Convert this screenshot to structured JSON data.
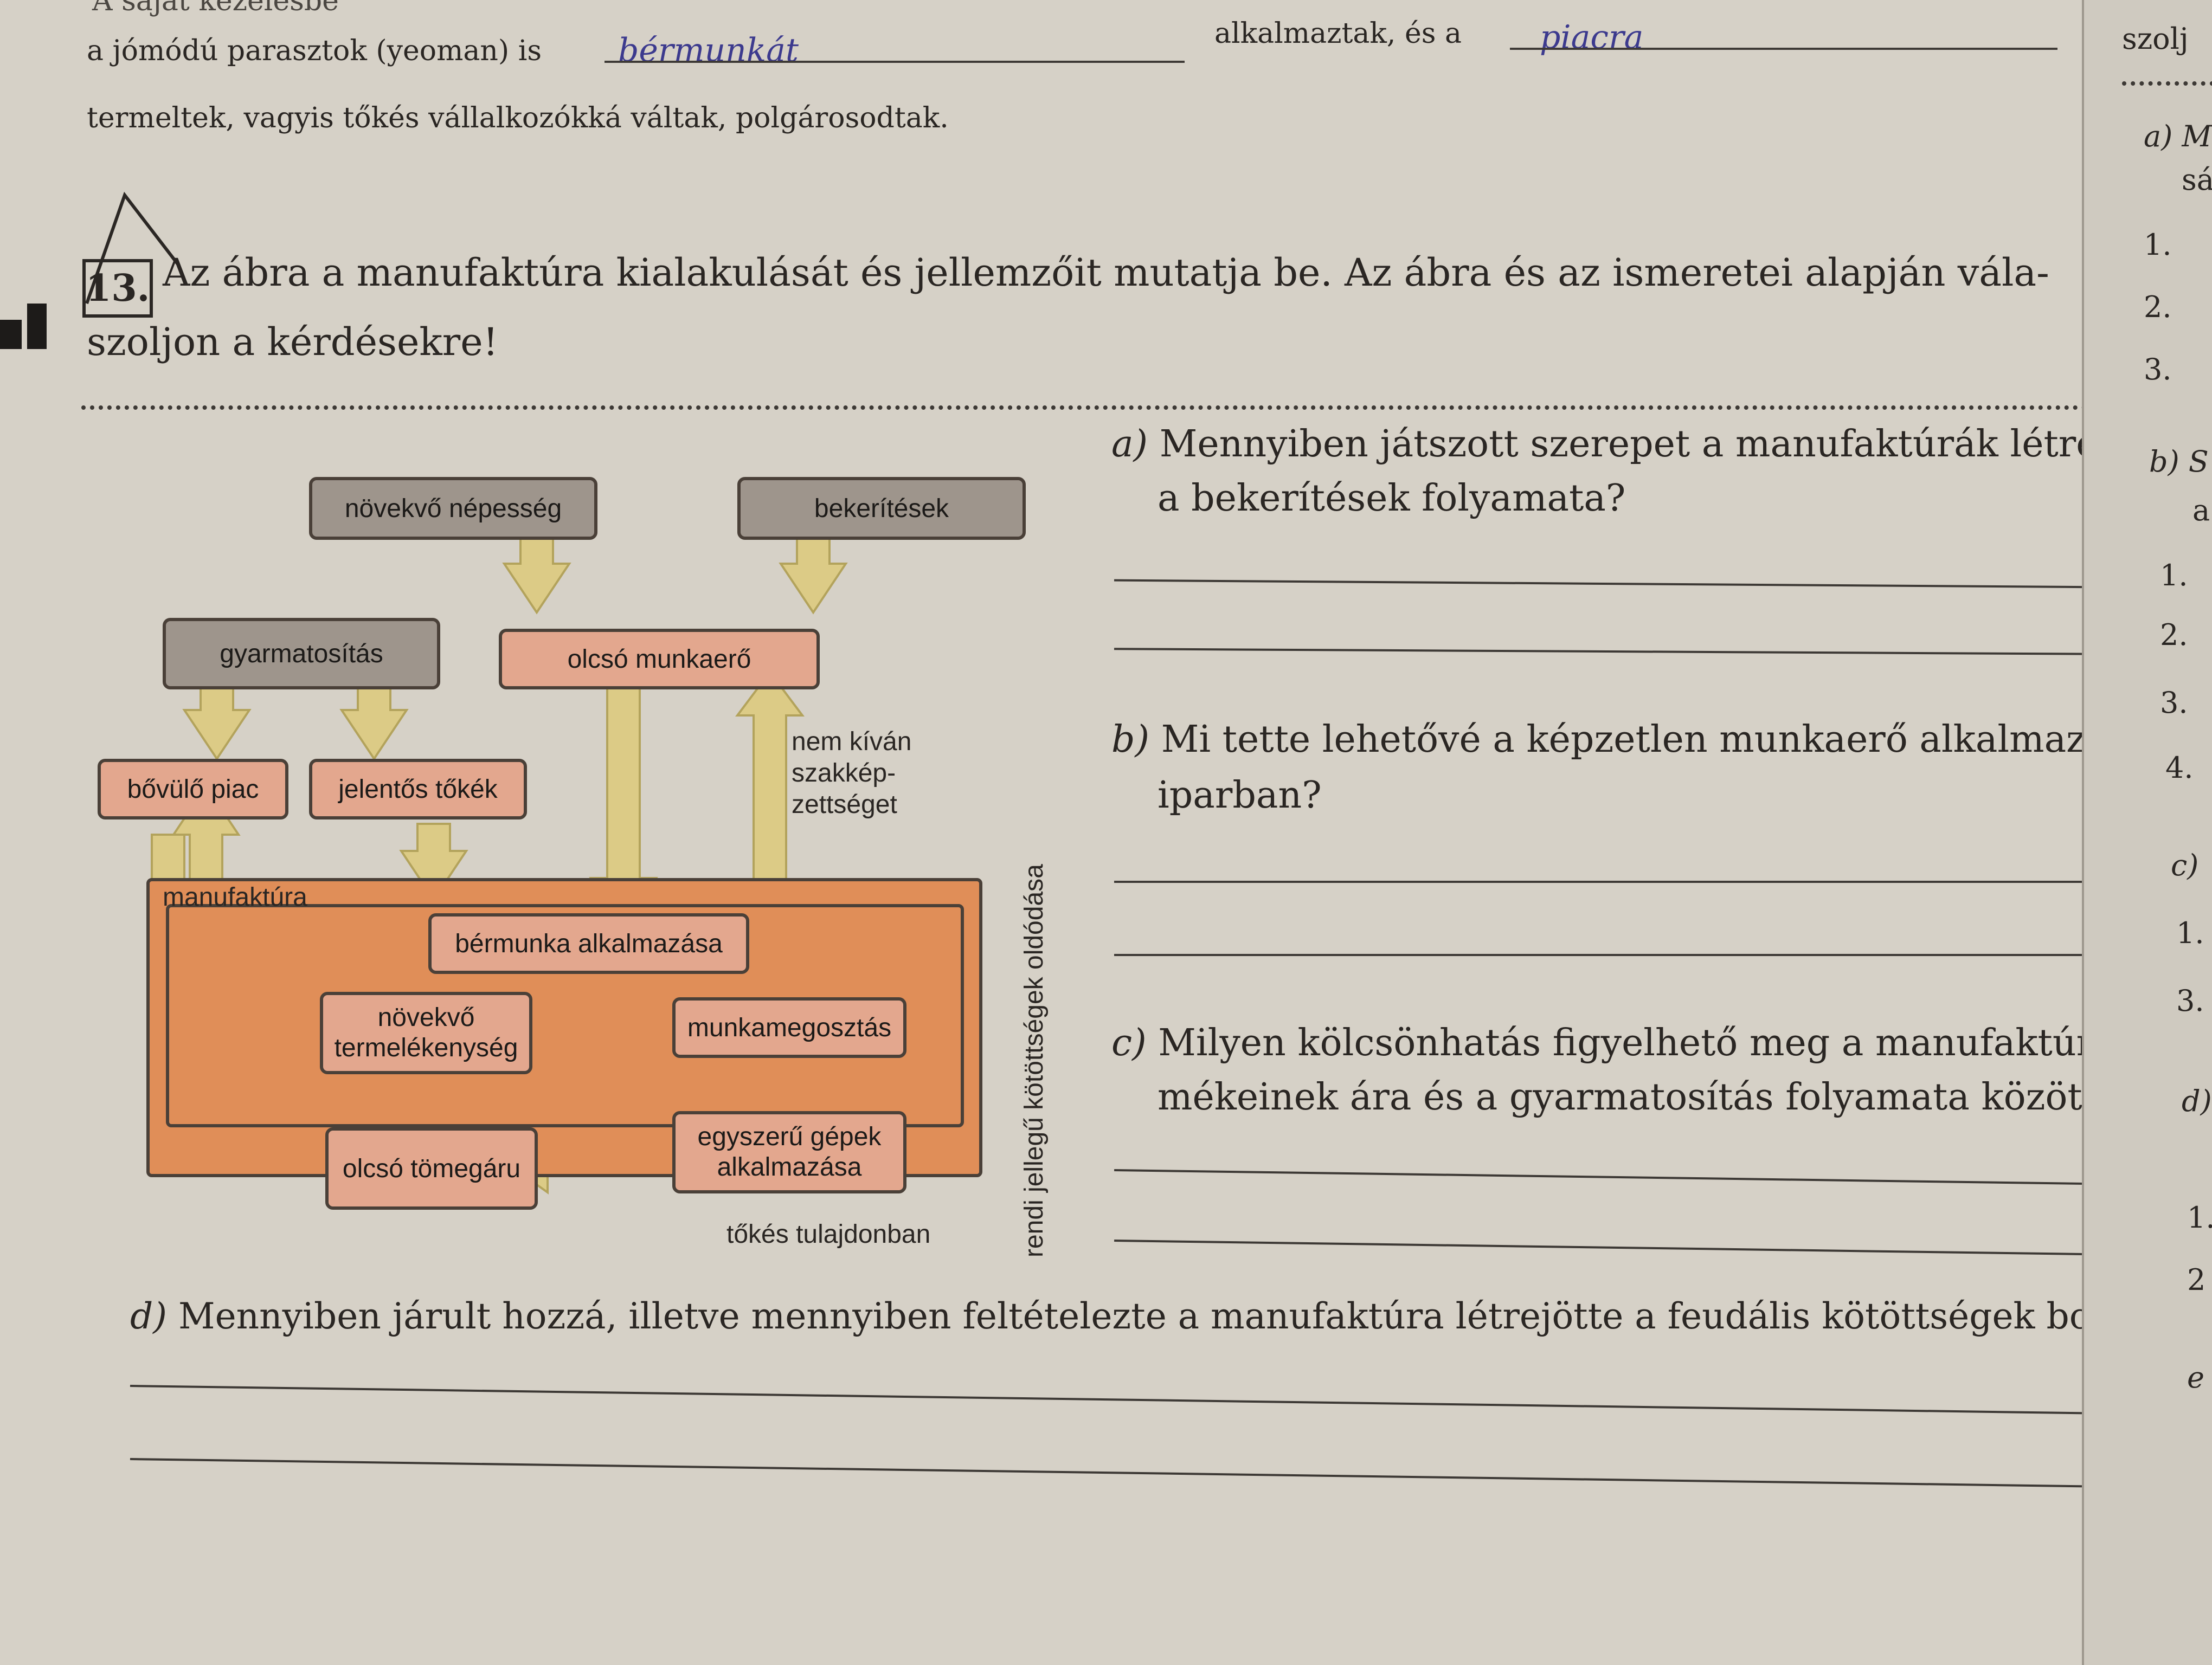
{
  "header": {
    "cut_text": "A saját kezelésbe",
    "line1_a": "a jómódú parasztok (yeoman) is",
    "line1_hand": "bérmunkát",
    "line1_b": "alkalmaztak, és a",
    "line1_hand2": "piacra",
    "line2": "termeltek, vagyis tőkés vállalkozókká váltak, polgárosodtak."
  },
  "task": {
    "number": "13.",
    "text_line1": "Az ábra a manufaktúra kialakulását és jellemzőit mutatja be. Az ábra és az ismeretei alapján vála-",
    "text_line2": "szoljon a kérdésekre!"
  },
  "diagram": {
    "novekvo_nepesseg": "növekvő népesség",
    "bekeritesek": "bekerítések",
    "gyarmatositas": "gyarmatosítás",
    "olcso_munkaero": "olcsó munkaerő",
    "nem_kivan": "nem kíván szakkép-zettséget",
    "bovulo_piac": "bővülő piac",
    "jelentos_tokek": "jelentős tőkék",
    "manufaktura": "manufaktúra",
    "bermunka": "bérmunka alkalmazása",
    "novekvo_termelekenyseg": "növekvő termelékenység",
    "munkamegosztas": "munkamegosztás",
    "olcso_tomegaru": "olcsó tömegáru",
    "egyszeru_gepek": "egyszerű gépek alkalmazása",
    "tokes_tulajdonban": "tőkés tulajdonban",
    "vertical_label": "rendi jellegű kötöttségek oldódása"
  },
  "questions": {
    "a_label": "a)",
    "a_line1": "Mennyiben játszott szerepet a manufaktúrák létrejöttében",
    "a_line2": "a bekerítések folyamata?",
    "b_label": "b)",
    "b_line1": "Mi tette lehetővé a képzetlen munkaerő alkalmazását az",
    "b_line2": "iparban?",
    "c_label": "c)",
    "c_line1": "Milyen kölcsönhatás figyelhető meg a manufaktúra ter-",
    "c_line2": "mékeinek ára és a gyarmatosítás folyamata között?",
    "d_label": "d)",
    "d_text": "Mennyiben járult hozzá, illetve mennyiben feltételezte a manufaktúra létrejötte a feudális kötöttségek bomlását?"
  },
  "right_page": {
    "t1": "szolj",
    "t2": "a) M",
    "t3": "sá",
    "t4": "1.",
    "t5": "2.",
    "t6": "3.",
    "t7": "b) S",
    "t8": "a",
    "t9": "1.",
    "t10": "2.",
    "t11": "3.",
    "t12": "4.",
    "t13": "c)",
    "t14": "1.",
    "t15": "3.",
    "t16": "d)",
    "t17": "1.",
    "t18": "2",
    "t19": "e"
  }
}
